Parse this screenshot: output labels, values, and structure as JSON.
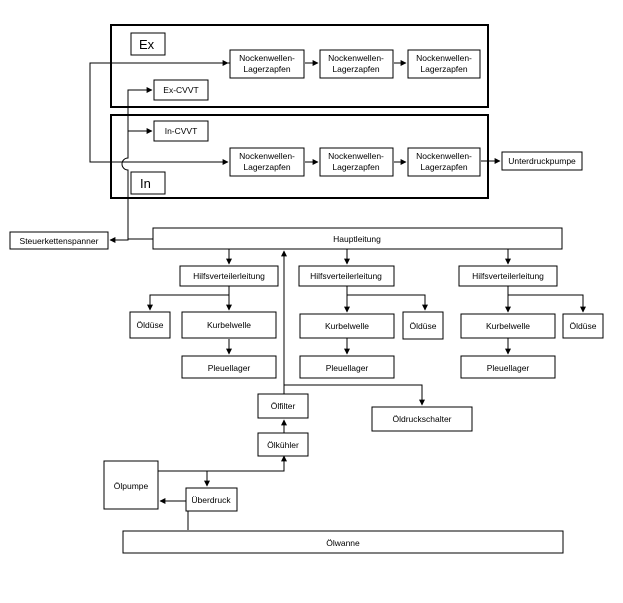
{
  "diagram": {
    "groups": {
      "ex": "Ex",
      "in": "In"
    },
    "nodes": {
      "ex_cam1": [
        "Nockenwellen-",
        "Lagerzapfen"
      ],
      "ex_cam2": [
        "Nockenwellen-",
        "Lagerzapfen"
      ],
      "ex_cam3": [
        "Nockenwellen-",
        "Lagerzapfen"
      ],
      "ex_cvvt": "Ex-CVVT",
      "in_cvvt": "In-CVVT",
      "in_cam1": [
        "Nockenwellen-",
        "Lagerzapfen"
      ],
      "in_cam2": [
        "Nockenwellen-",
        "Lagerzapfen"
      ],
      "in_cam3": [
        "Nockenwellen-",
        "Lagerzapfen"
      ],
      "vacuum_pump": "Unterdruckpumpe",
      "chain_tensioner": "Steuerkettenspanner",
      "main_gallery": "Hauptleitung",
      "aux_1": "Hilfsverteilerleitung",
      "aux_2": "Hilfsverteilerleitung",
      "aux_3": "Hilfsverteilerleitung",
      "nozzle_1": "Öldüse",
      "nozzle_2": "Öldüse",
      "nozzle_3": "Öldüse",
      "crank_1": "Kurbelwelle",
      "crank_2": "Kurbelwelle",
      "crank_3": "Kurbelwelle",
      "conrod_1": "Pleuellager",
      "conrod_2": "Pleuellager",
      "conrod_3": "Pleuellager",
      "oil_filter": "Ölfilter",
      "oil_pressure_switch": "Öldruckschalter",
      "oil_cooler": "Ölkühler",
      "oil_pump": "Ölpumpe",
      "relief": "Überdruck",
      "oil_pan": "Ölwanne"
    }
  }
}
